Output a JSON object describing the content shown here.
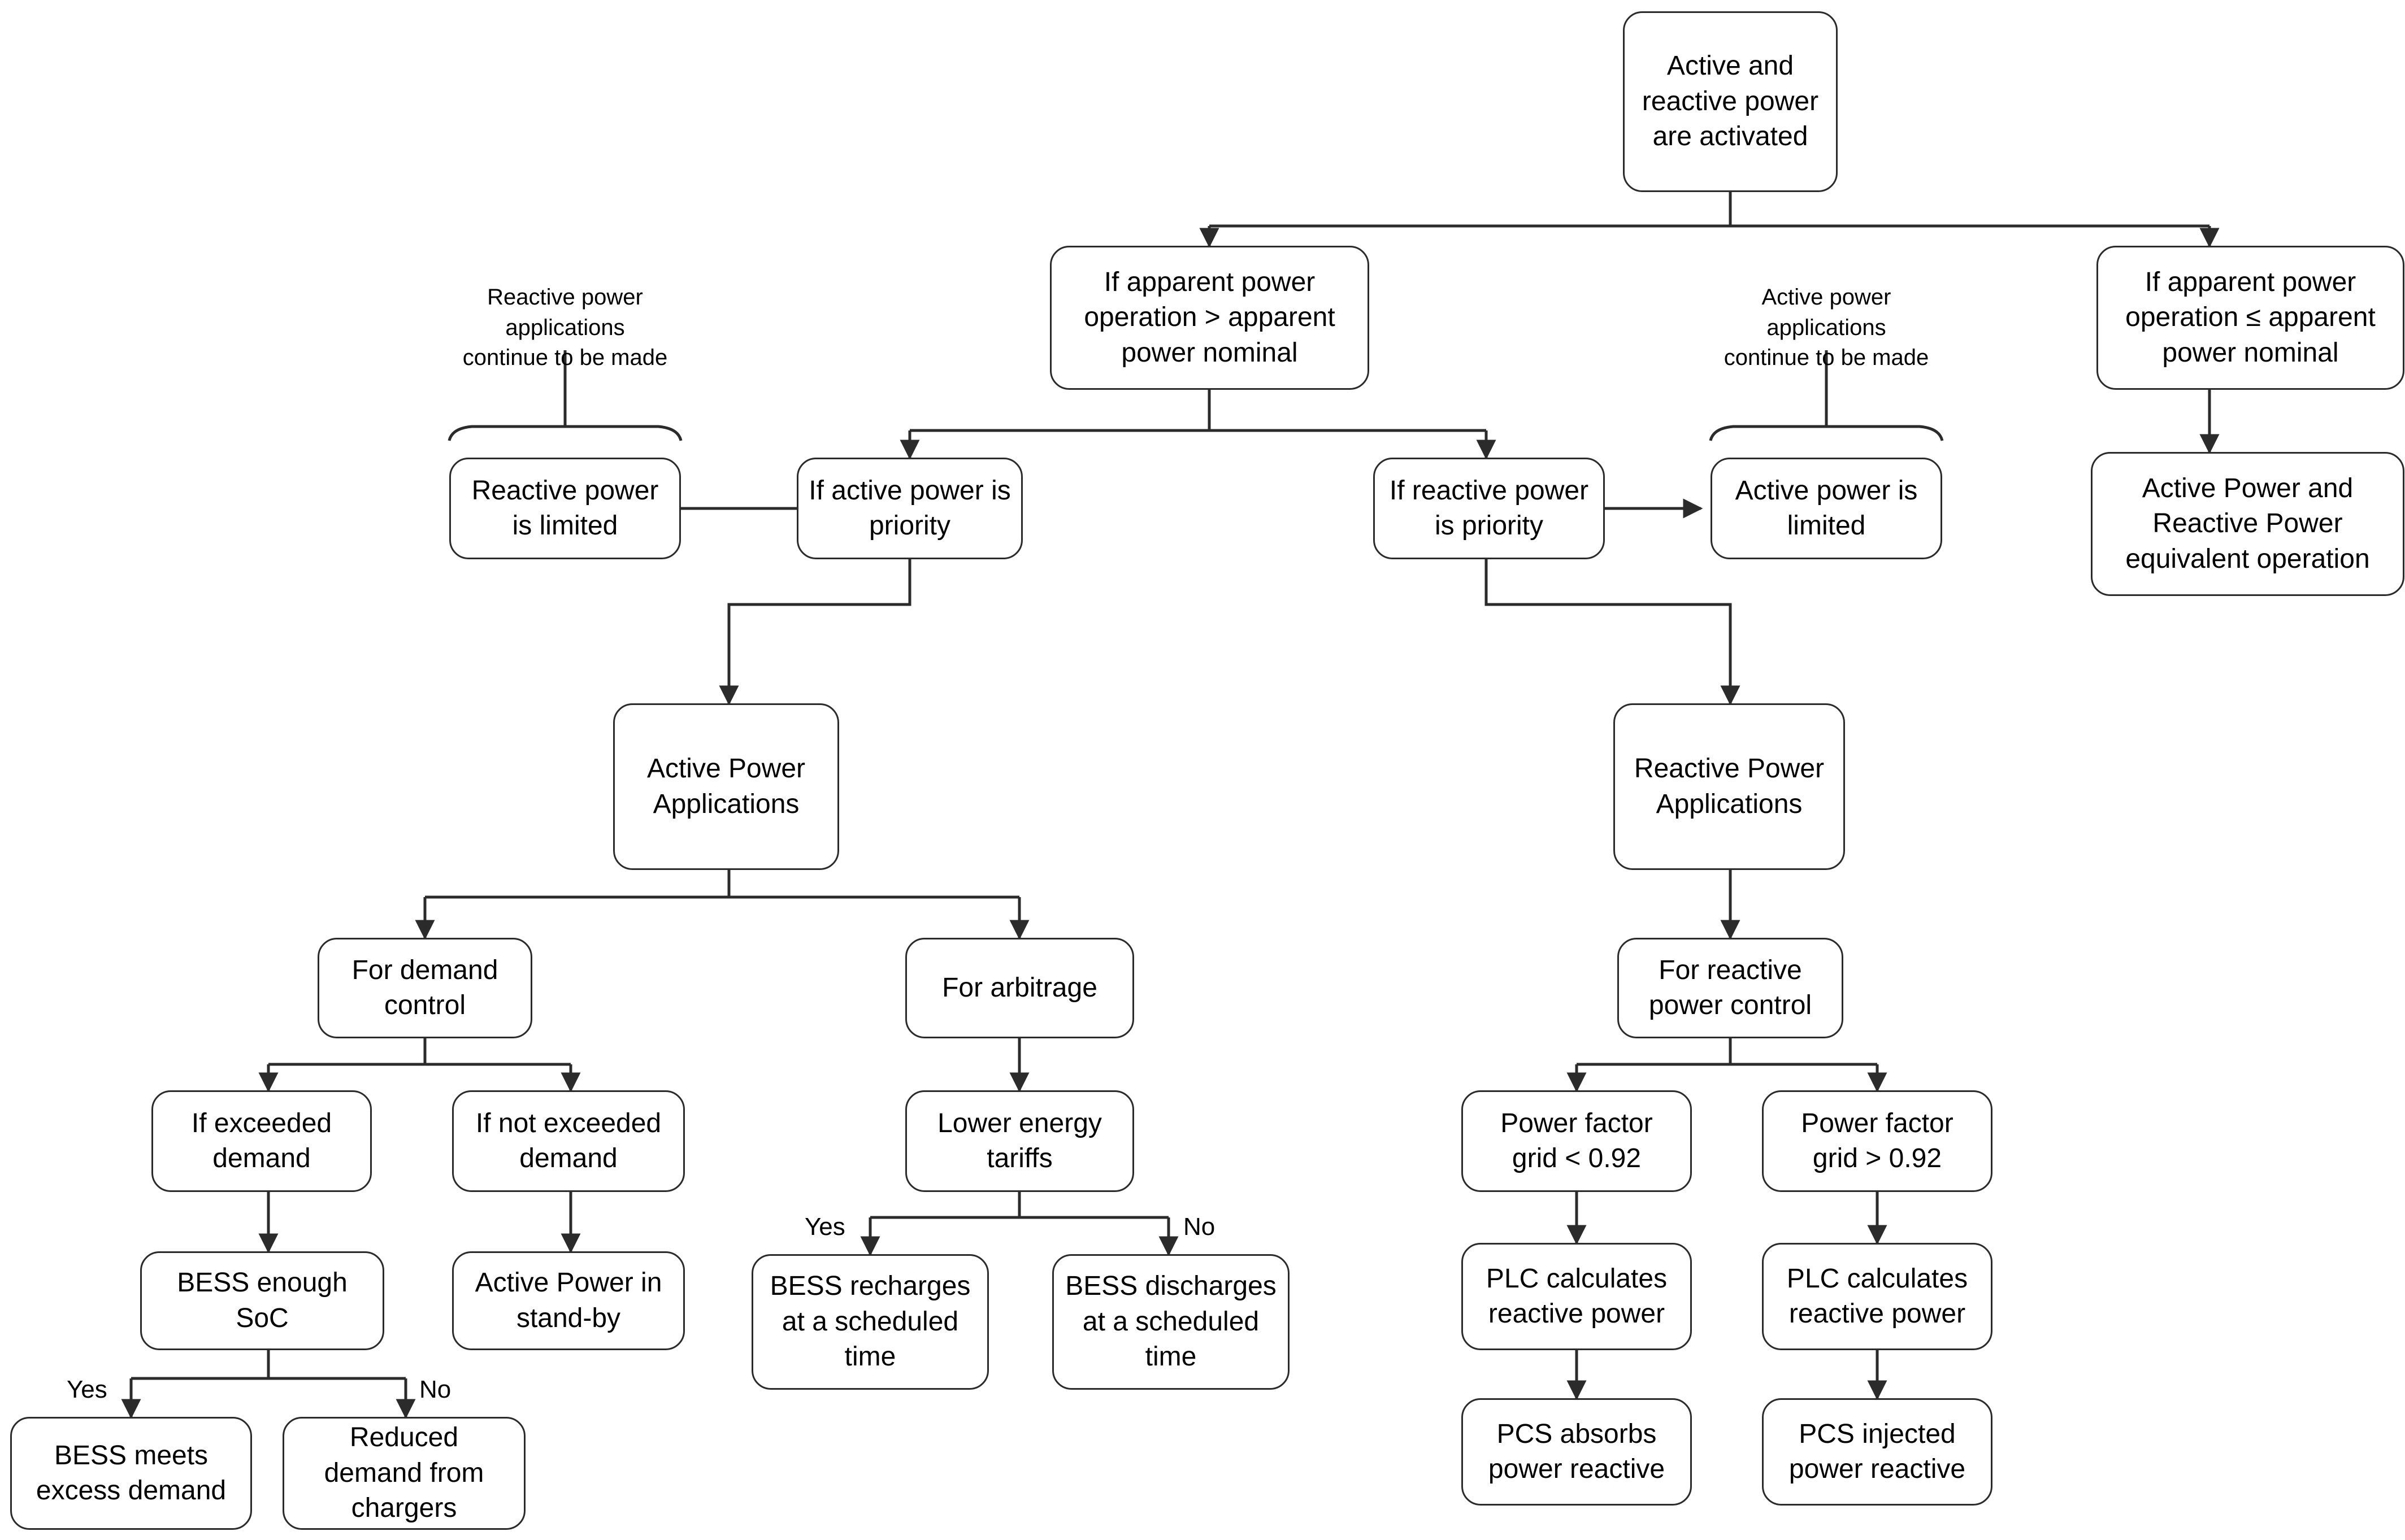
{
  "diagram": {
    "title": "Active and reactive power control flowchart",
    "stroke_color": "#2b2b2b",
    "background_color": "#ffffff",
    "text_color": "#000000"
  },
  "nodes": {
    "root": "Active and\nreactive power\nare activated",
    "apparent_gt": "If apparent power\noperation > apparent\npower nominal",
    "apparent_le": "If apparent power\noperation ≤ apparent\npower nominal",
    "equivalent_operation": "Active Power and\nReactive Power\nequivalent operation",
    "active_priority": "If active power is\npriority",
    "reactive_limited": "Reactive power\nis limited",
    "reactive_priority": "If reactive power\nis priority",
    "active_limited": "Active power is\nlimited",
    "active_power_apps": "Active Power\nApplications",
    "reactive_power_apps": "Reactive Power\nApplications",
    "demand_control": "For demand\ncontrol",
    "arbitrage": "For arbitrage",
    "reactive_power_control": "For reactive\npower control",
    "exceeded_demand": "If exceeded\ndemand",
    "not_exceeded_demand": "If not exceeded\ndemand",
    "lower_tariffs": "Lower energy\ntariffs",
    "pf_less": "Power factor\ngrid < 0.92",
    "pf_greater": "Power factor\ngrid > 0.92",
    "bess_soc": "BESS enough SoC",
    "standby": "Active Power in\nstand-by",
    "bess_recharges": "BESS recharges\nat a scheduled\ntime",
    "bess_discharges": "BESS discharges\nat a scheduled\ntime",
    "plc_calc_left": "PLC calculates\nreactive power",
    "plc_calc_right": "PLC calculates\nreactive power",
    "bess_meets": "BESS meets\nexcess demand",
    "reduced_demand": "Reduced\ndemand from\nchargers",
    "pcs_absorbs": "PCS absorbs\npower reactive",
    "pcs_injected": "PCS injected\npower reactive"
  },
  "annotations": {
    "reactive_apps_note": "Reactive power\napplications\ncontinue to be made",
    "active_apps_note": "Active power\napplications\ncontinue to be made"
  },
  "edge_labels": {
    "soc_yes": "Yes",
    "soc_no": "No",
    "tariff_yes": "Yes",
    "tariff_no": "No"
  }
}
